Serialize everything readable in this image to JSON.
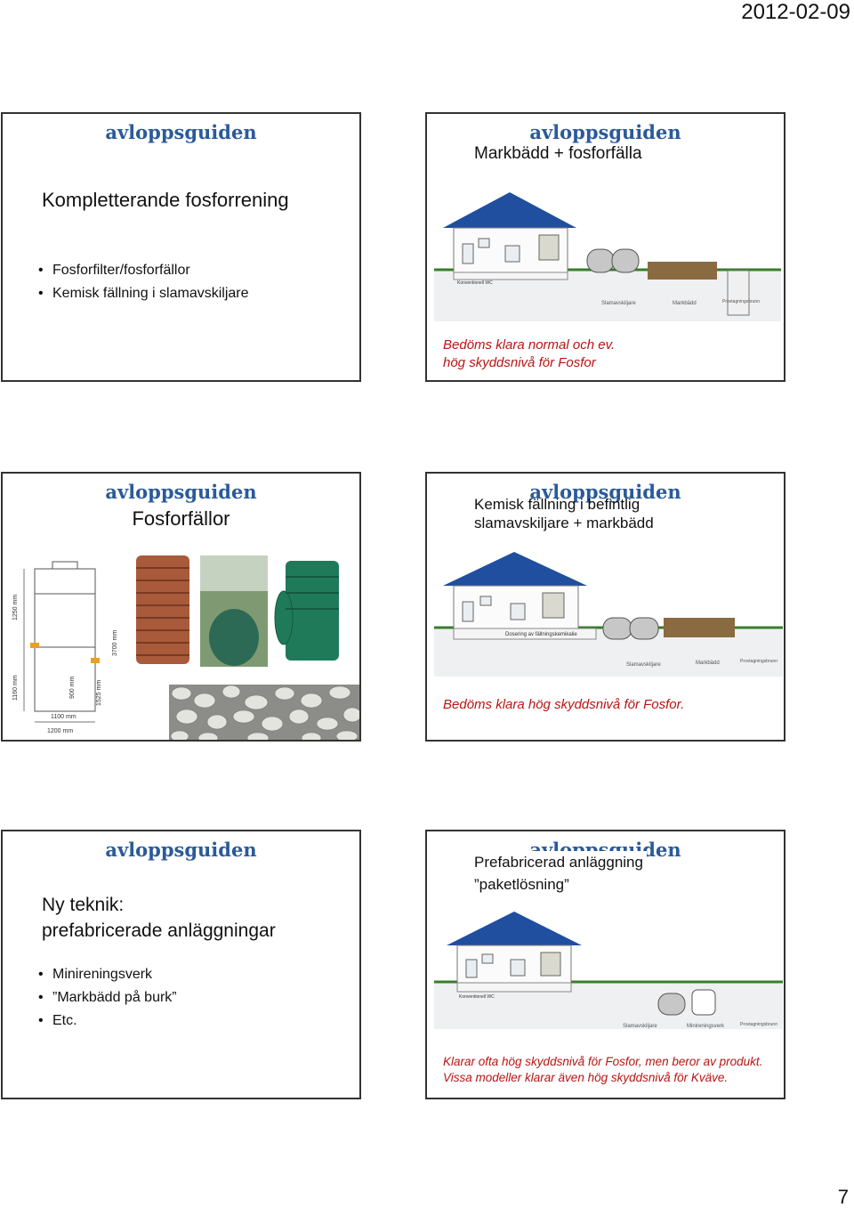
{
  "header": {
    "date": "2012-02-09"
  },
  "footer": {
    "page_number": "7"
  },
  "slides": [
    {
      "logo": "avloppsguiden",
      "title": "Kompletterande fosforrening",
      "bullets": [
        "Fosforfilter/fosforfällor",
        "Kemisk fällning i slamavskiljare"
      ]
    },
    {
      "logo": "avloppsguiden",
      "title": "Markbädd + fosforfälla",
      "diagram_labels": [
        "Konventionell WC",
        "Slamavskiljare",
        "Markbädd",
        "Provtagningsbrunn"
      ],
      "note_lines": [
        "Bedöms klara normal  och ev.",
        "hög skyddsnivå för Fosfor"
      ]
    },
    {
      "logo": "avloppsguiden",
      "title": "Fosforfällor",
      "dimension_labels": [
        "1200 mm",
        "1100 mm",
        "1250 mm",
        "3700 mm",
        "1160 mm",
        "900 mm",
        "1525 mm"
      ]
    },
    {
      "logo": "avloppsguiden",
      "title_lines": [
        "Kemisk fällning i befintlig",
        "slamavskiljare + markbädd"
      ],
      "diagram_labels": [
        "Dosering av fällningskemikalie",
        "Slamavskiljare",
        "Markbädd",
        "Provtagningsbrunn"
      ],
      "note": "Bedöms klara hög skyddsnivå för Fosfor."
    },
    {
      "logo": "avloppsguiden",
      "title_lines": [
        "Ny teknik:",
        "prefabricerade anläggningar"
      ],
      "bullets": [
        "Minireningsverk",
        "”Markbädd på burk”",
        "Etc."
      ]
    },
    {
      "logo": "avloppsguiden",
      "title_lines": [
        "Prefabricerad anläggning",
        "”paketlösning”"
      ],
      "diagram_labels": [
        "Konventionell WC",
        "Slamavskiljare",
        "Minireningsverk",
        "Provtagningsbrunn"
      ],
      "note_lines": [
        "Klarar ofta hög skyddsnivå för Fosfor, men beror av produkt.",
        "Vissa modeller klarar även hög skyddsnivå för Kväve."
      ]
    }
  ]
}
